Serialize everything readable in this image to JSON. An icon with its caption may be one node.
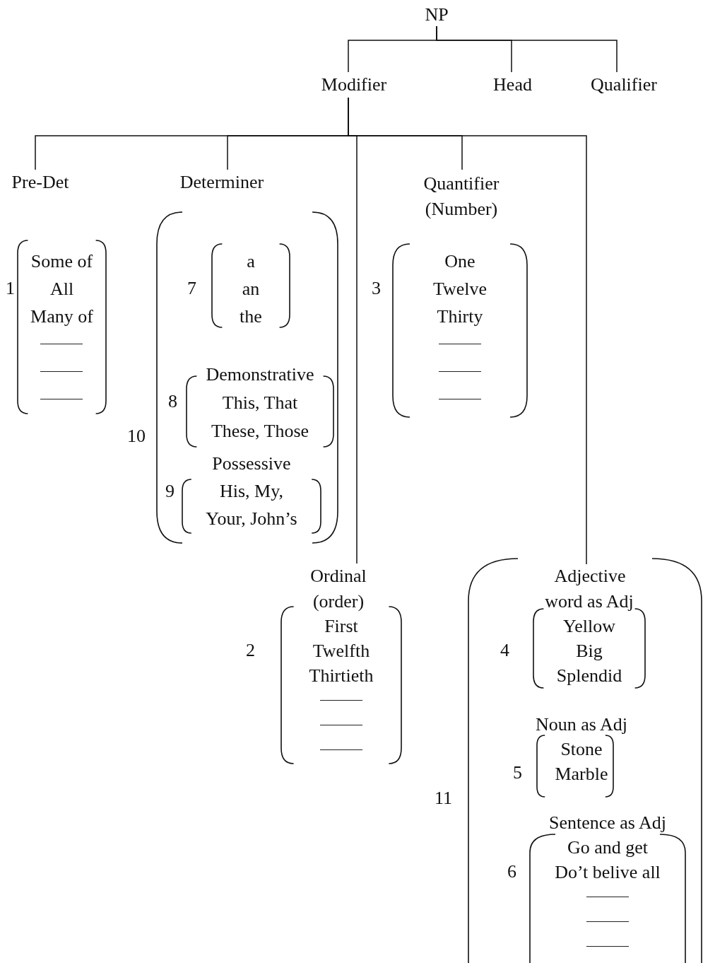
{
  "diagram": {
    "nodes": [
      {
        "text": [
          "NP"
        ]
      },
      {
        "text": [
          "Modifier"
        ]
      },
      {
        "text": [
          "Head"
        ]
      },
      {
        "text": [
          "Qualifier"
        ]
      },
      {
        "text": [
          "Pre-Det"
        ]
      },
      {
        "text": [
          "Determiner"
        ]
      },
      {
        "text": [
          "Quantifier (Number)"
        ]
      },
      {
        "text": [
          "Some of",
          "All",
          "Many of"
        ],
        "beside": [
          "1"
        ]
      },
      {
        "text": [],
        "shape": "bracket",
        "beside": [
          "10"
        ]
      },
      {
        "text": [
          "a",
          "an",
          "the"
        ],
        "beside": [
          "7"
        ],
        "in": 8
      },
      {
        "text": [
          "Demonstrative",
          "This, That",
          "These, Those"
        ],
        "beside": [
          "8"
        ],
        "in": 8
      },
      {
        "text": [
          "Possessive",
          "His, My,",
          "Your, John’s"
        ],
        "beside": [
          "9"
        ],
        "in": 8
      },
      {
        "text": [
          "One",
          "Twelve",
          "Thirty"
        ],
        "beside": [
          "3"
        ]
      },
      {
        "text": [
          "Ordinal (order)"
        ]
      },
      {
        "text": [
          "First",
          "Twelfth",
          "Thirtieth"
        ],
        "beside": [
          "2"
        ]
      },
      {
        "text": [],
        "shape": "bracket",
        "beside": [
          "11"
        ]
      },
      {
        "text": [
          "Adjective"
        ],
        "in": 15
      },
      {
        "text": [
          "word as Adj",
          "Yellow",
          "Big",
          "Splendid"
        ],
        "beside": [
          "4"
        ],
        "in": 15
      },
      {
        "text": [
          "Noun as Adj",
          "Stone",
          "Marble"
        ],
        "beside": [
          "5"
        ],
        "in": 15
      },
      {
        "text": [
          "Sentence as Adj",
          "Go and get",
          "Do’t belive all"
        ],
        "beside": [
          "6"
        ],
        "in": 15
      }
    ],
    "edges": [
      {
        "from": 0,
        "to": 1,
        "arrow": "none"
      },
      {
        "from": 0,
        "to": 2,
        "arrow": "none"
      },
      {
        "from": 0,
        "to": 3,
        "arrow": "none"
      },
      {
        "from": 1,
        "to": 4,
        "arrow": "none"
      },
      {
        "from": 1,
        "to": 5,
        "arrow": "none"
      },
      {
        "from": 1,
        "to": 6,
        "arrow": "none"
      },
      {
        "from": 1,
        "to": 13,
        "arrow": "none"
      },
      {
        "from": 1,
        "to": 16,
        "arrow": "none"
      }
    ]
  }
}
